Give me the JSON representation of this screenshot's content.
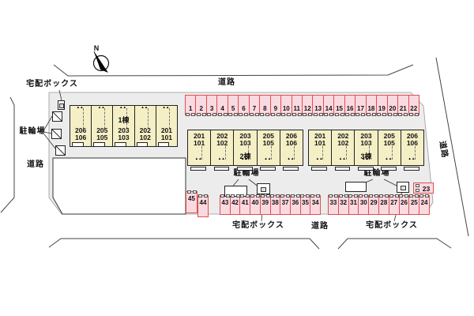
{
  "compass_label": "N",
  "roads": {
    "top": "道路",
    "right": "道路",
    "left": "道路",
    "bottom": "道路"
  },
  "labels": {
    "delivery_box": "宅配ボックス",
    "bicycle_parking": "駐輪場"
  },
  "buildings": [
    {
      "name": "1棟",
      "units": [
        {
          "upper": "206",
          "lower": "106"
        },
        {
          "upper": "205",
          "lower": "105"
        },
        {
          "upper": "203",
          "lower": "103"
        },
        {
          "upper": "202",
          "lower": "102"
        },
        {
          "upper": "201",
          "lower": "101"
        }
      ]
    },
    {
      "name": "2棟",
      "units": [
        {
          "upper": "201",
          "lower": "101"
        },
        {
          "upper": "202",
          "lower": "102"
        },
        {
          "upper": "203",
          "lower": "103"
        },
        {
          "upper": "205",
          "lower": "105"
        },
        {
          "upper": "206",
          "lower": "106"
        }
      ]
    },
    {
      "name": "3棟",
      "units": [
        {
          "upper": "201",
          "lower": "101"
        },
        {
          "upper": "202",
          "lower": "102"
        },
        {
          "upper": "203",
          "lower": "103"
        },
        {
          "upper": "205",
          "lower": "105"
        },
        {
          "upper": "206",
          "lower": "106"
        }
      ]
    }
  ],
  "parking": {
    "top_row": [
      "1",
      "2",
      "3",
      "4",
      "5",
      "6",
      "7",
      "8",
      "9",
      "10",
      "11",
      "12",
      "13",
      "14",
      "15",
      "16",
      "17",
      "18",
      "19",
      "20",
      "21",
      "22"
    ],
    "stall_45": "45",
    "stall_44": "44",
    "row_a": [
      "43",
      "42",
      "41",
      "40",
      "39",
      "38",
      "37",
      "36",
      "35",
      "34"
    ],
    "row_b": [
      "33",
      "32",
      "31",
      "30",
      "29",
      "28",
      "27",
      "26",
      "25",
      "24"
    ],
    "stall_23": "23"
  },
  "colors": {
    "stall_fill": "#fbd9e0",
    "stall_border": "#d9534f",
    "building_fill": "#f5efc6",
    "site_fill": "#ececec"
  }
}
